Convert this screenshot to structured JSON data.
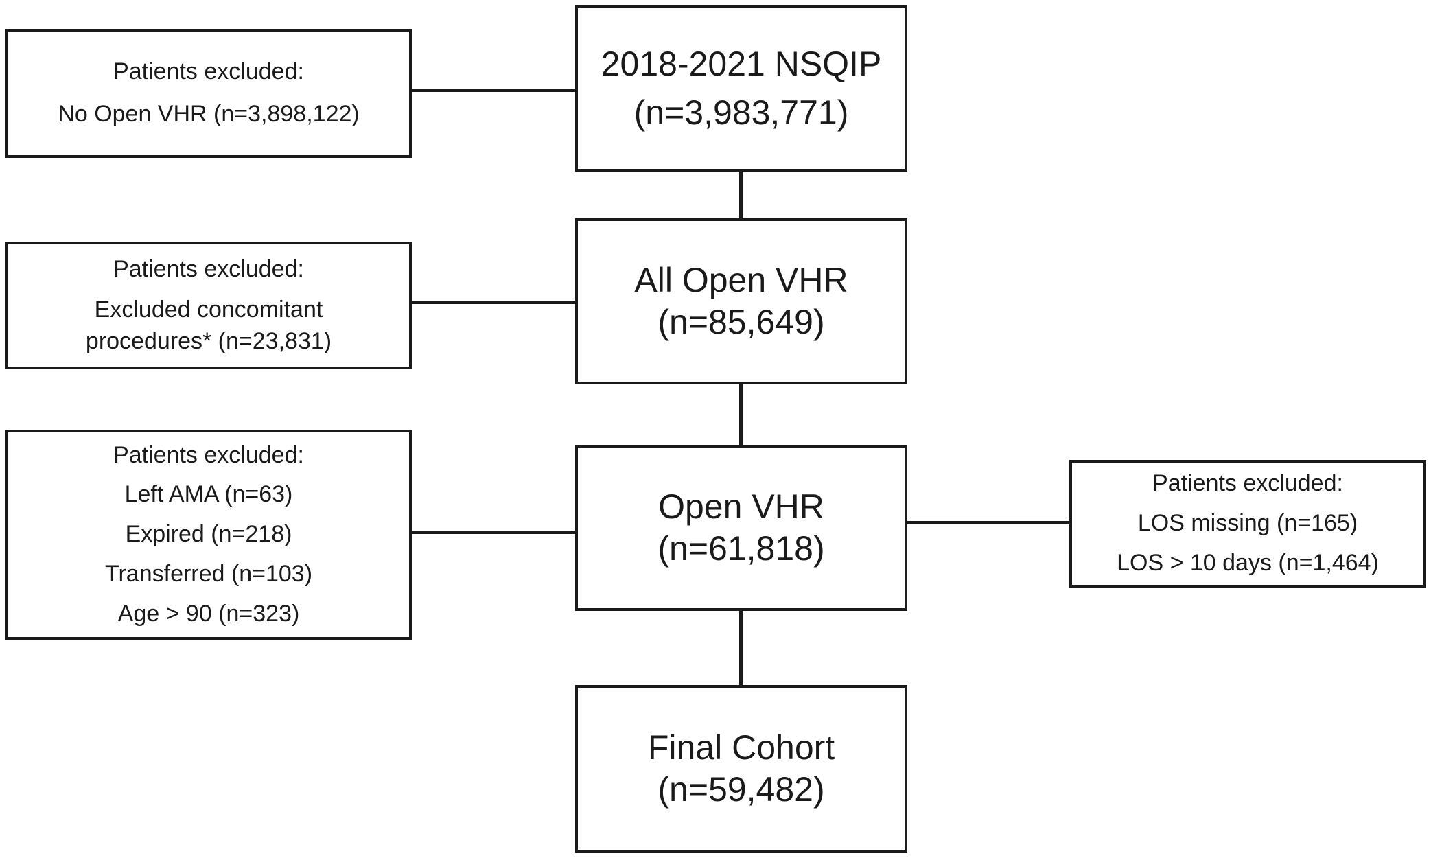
{
  "main_boxes": [
    {
      "line1": "2018-2021 NSQIP",
      "line2": "(n=3,983,771)"
    },
    {
      "line1": "All Open VHR",
      "line2": "(n=85,649)"
    },
    {
      "line1": "Open VHR",
      "line2": "(n=61,818)"
    },
    {
      "line1": "Final Cohort",
      "line2": "(n=59,482)"
    }
  ],
  "exclusions": {
    "nsqip": {
      "title": "Patients excluded:",
      "items": [
        "No Open VHR (n=3,898,122)"
      ]
    },
    "concomitant": {
      "title": "Patients excluded:",
      "items": [
        "Excluded concomitant",
        "procedures* (n=23,831)"
      ]
    },
    "discharge": {
      "title": "Patients excluded:",
      "items": [
        "Left AMA (n=63)",
        "Expired (n=218)",
        "Transferred (n=103)",
        "Age > 90 (n=323)"
      ]
    },
    "los": {
      "title": "Patients excluded:",
      "items": [
        "LOS missing (n=165)",
        "LOS > 10 days (n=1,464)"
      ]
    }
  }
}
